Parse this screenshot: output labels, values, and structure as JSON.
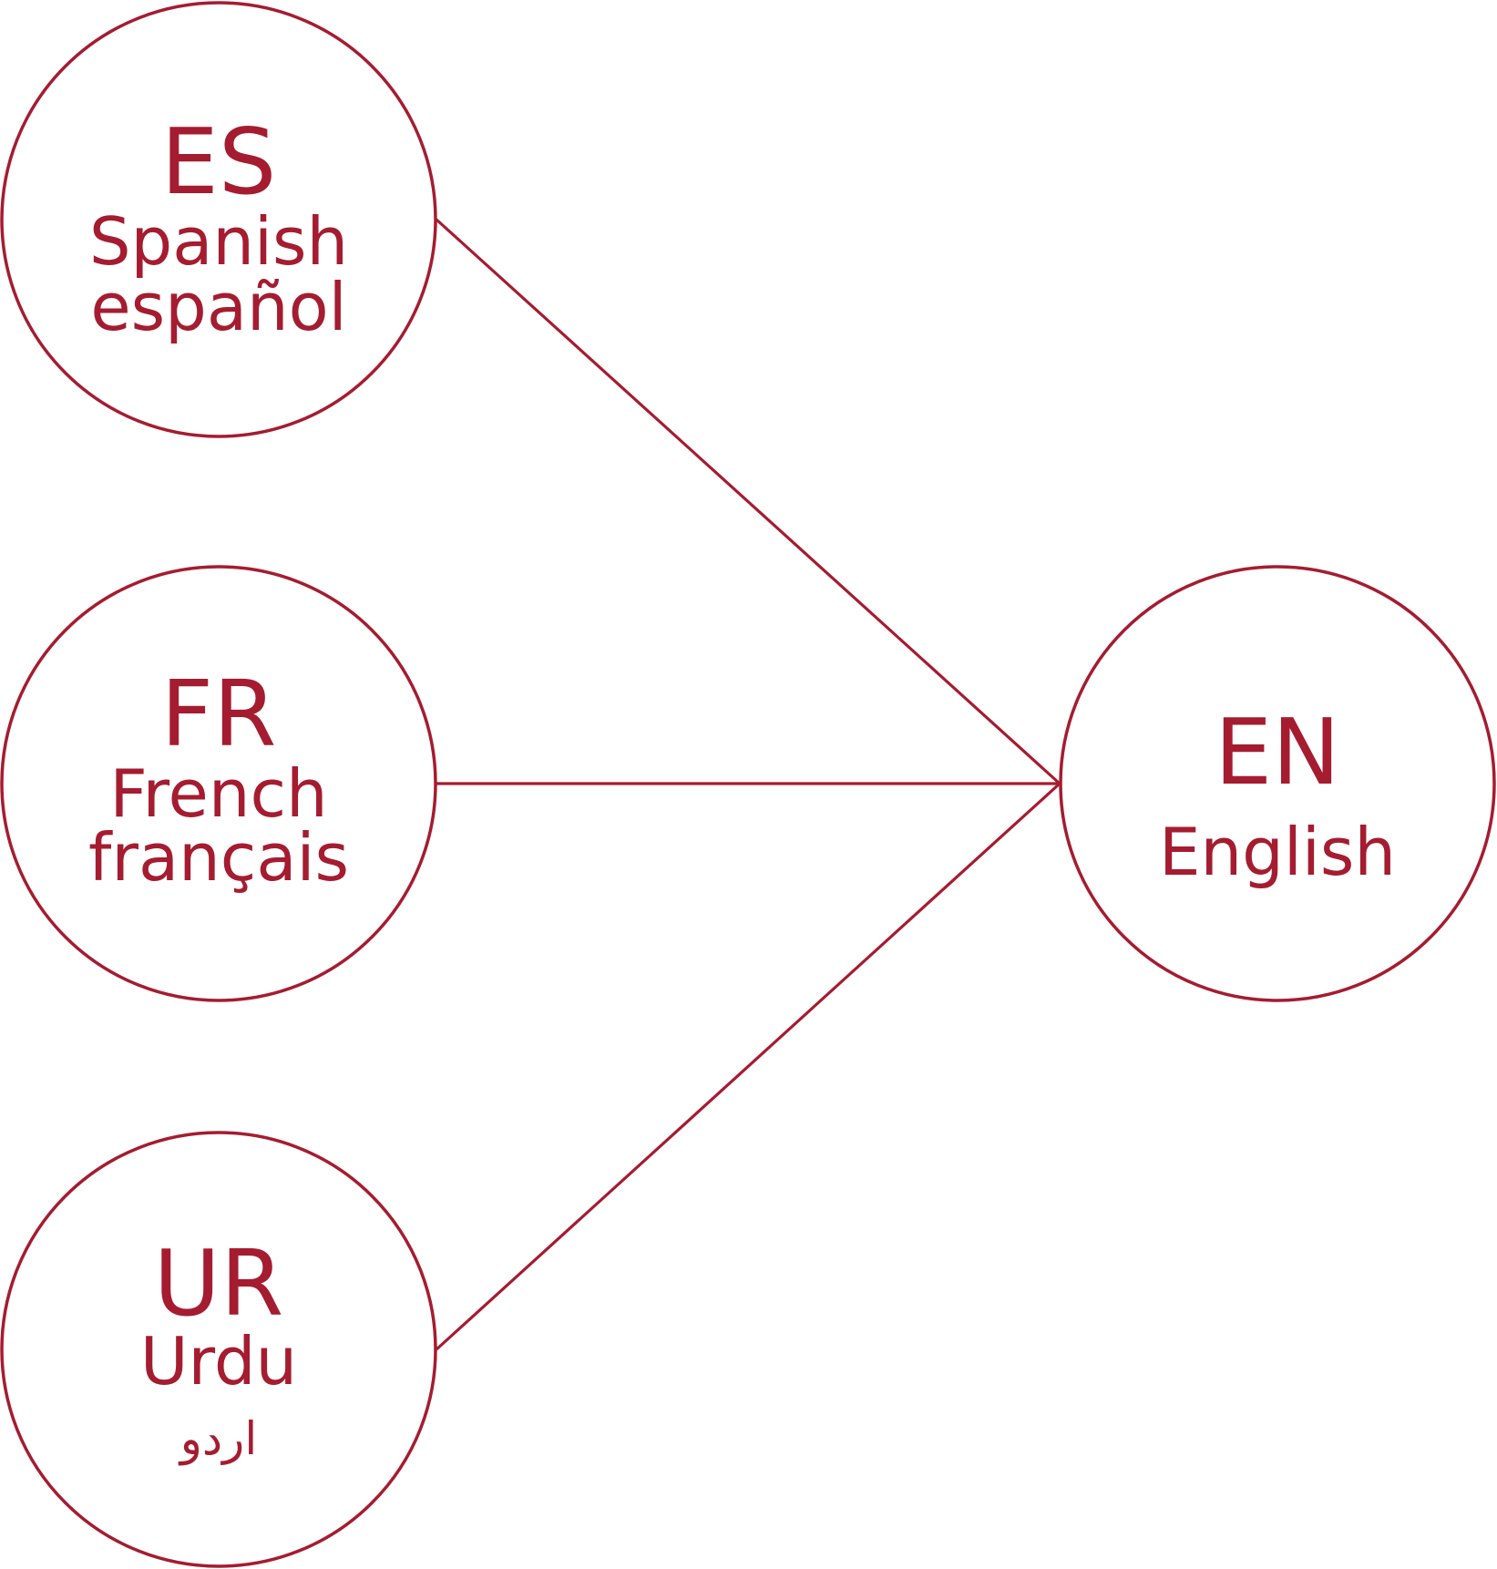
{
  "colors": {
    "accent": "#a51c30",
    "background": "#ffffff"
  },
  "nodes": {
    "es": {
      "code": "ES",
      "name": "Spanish",
      "native": "español"
    },
    "fr": {
      "code": "FR",
      "name": "French",
      "native": "français"
    },
    "ur": {
      "code": "UR",
      "name": "Urdu",
      "native": "اردو"
    },
    "en": {
      "code": "EN",
      "name": "English"
    }
  }
}
